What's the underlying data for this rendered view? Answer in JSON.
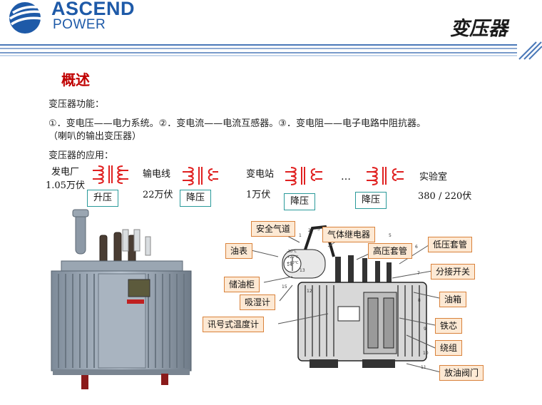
{
  "brand": {
    "name": "ASCEND",
    "sub": "POWER"
  },
  "slide_title": "变压器",
  "section_heading": "概述",
  "functions": {
    "label": "变压器功能：",
    "line": "①．变电压——电力系统。②．变电流——电流互感器。③．变电阻——电子电路中阻抗器。",
    "note": "（喇叭的输出变压器）"
  },
  "applications": {
    "label": "变压器的应用：",
    "chain": {
      "plant": "发电厂",
      "plant_voltage": "1.05万伏",
      "line": "输电线",
      "line_voltage": "22万伏",
      "substation": "变电站",
      "substation_voltage": "1万伏",
      "ellipsis": "…",
      "lab": "实验室",
      "lab_voltage": "380 / 220伏"
    },
    "steps": [
      "升压",
      "降压",
      "降压",
      "降压"
    ]
  },
  "callouts": {
    "safety_vent": "安全气道",
    "gas_relay": "气体继电器",
    "oil_gauge": "油表",
    "hv_bushing": "高压套管",
    "lv_bushing": "低压套管",
    "tap_switch": "分接开关",
    "conservator": "储油柜",
    "breather": "吸湿计",
    "tank": "油箱",
    "thermometer": "讯号式温度计",
    "core": "铁芯",
    "winding": "绕组",
    "drain_valve": "放油阀门"
  },
  "diagram_part_numbers": [
    "1",
    "2",
    "3",
    "4",
    "5",
    "6",
    "7",
    "8",
    "9",
    "10",
    "11",
    "12",
    "13",
    "14",
    "15"
  ],
  "gauge_ticks": [
    "-30°C",
    "+20°C",
    "+40°C"
  ],
  "colors": {
    "brand": "#1e5aa8",
    "heading": "#c00000",
    "coil": "#e02020",
    "step_border": "#2a9a9a",
    "callout_border": "#d9823b",
    "callout_fill": "#fde9d4"
  }
}
